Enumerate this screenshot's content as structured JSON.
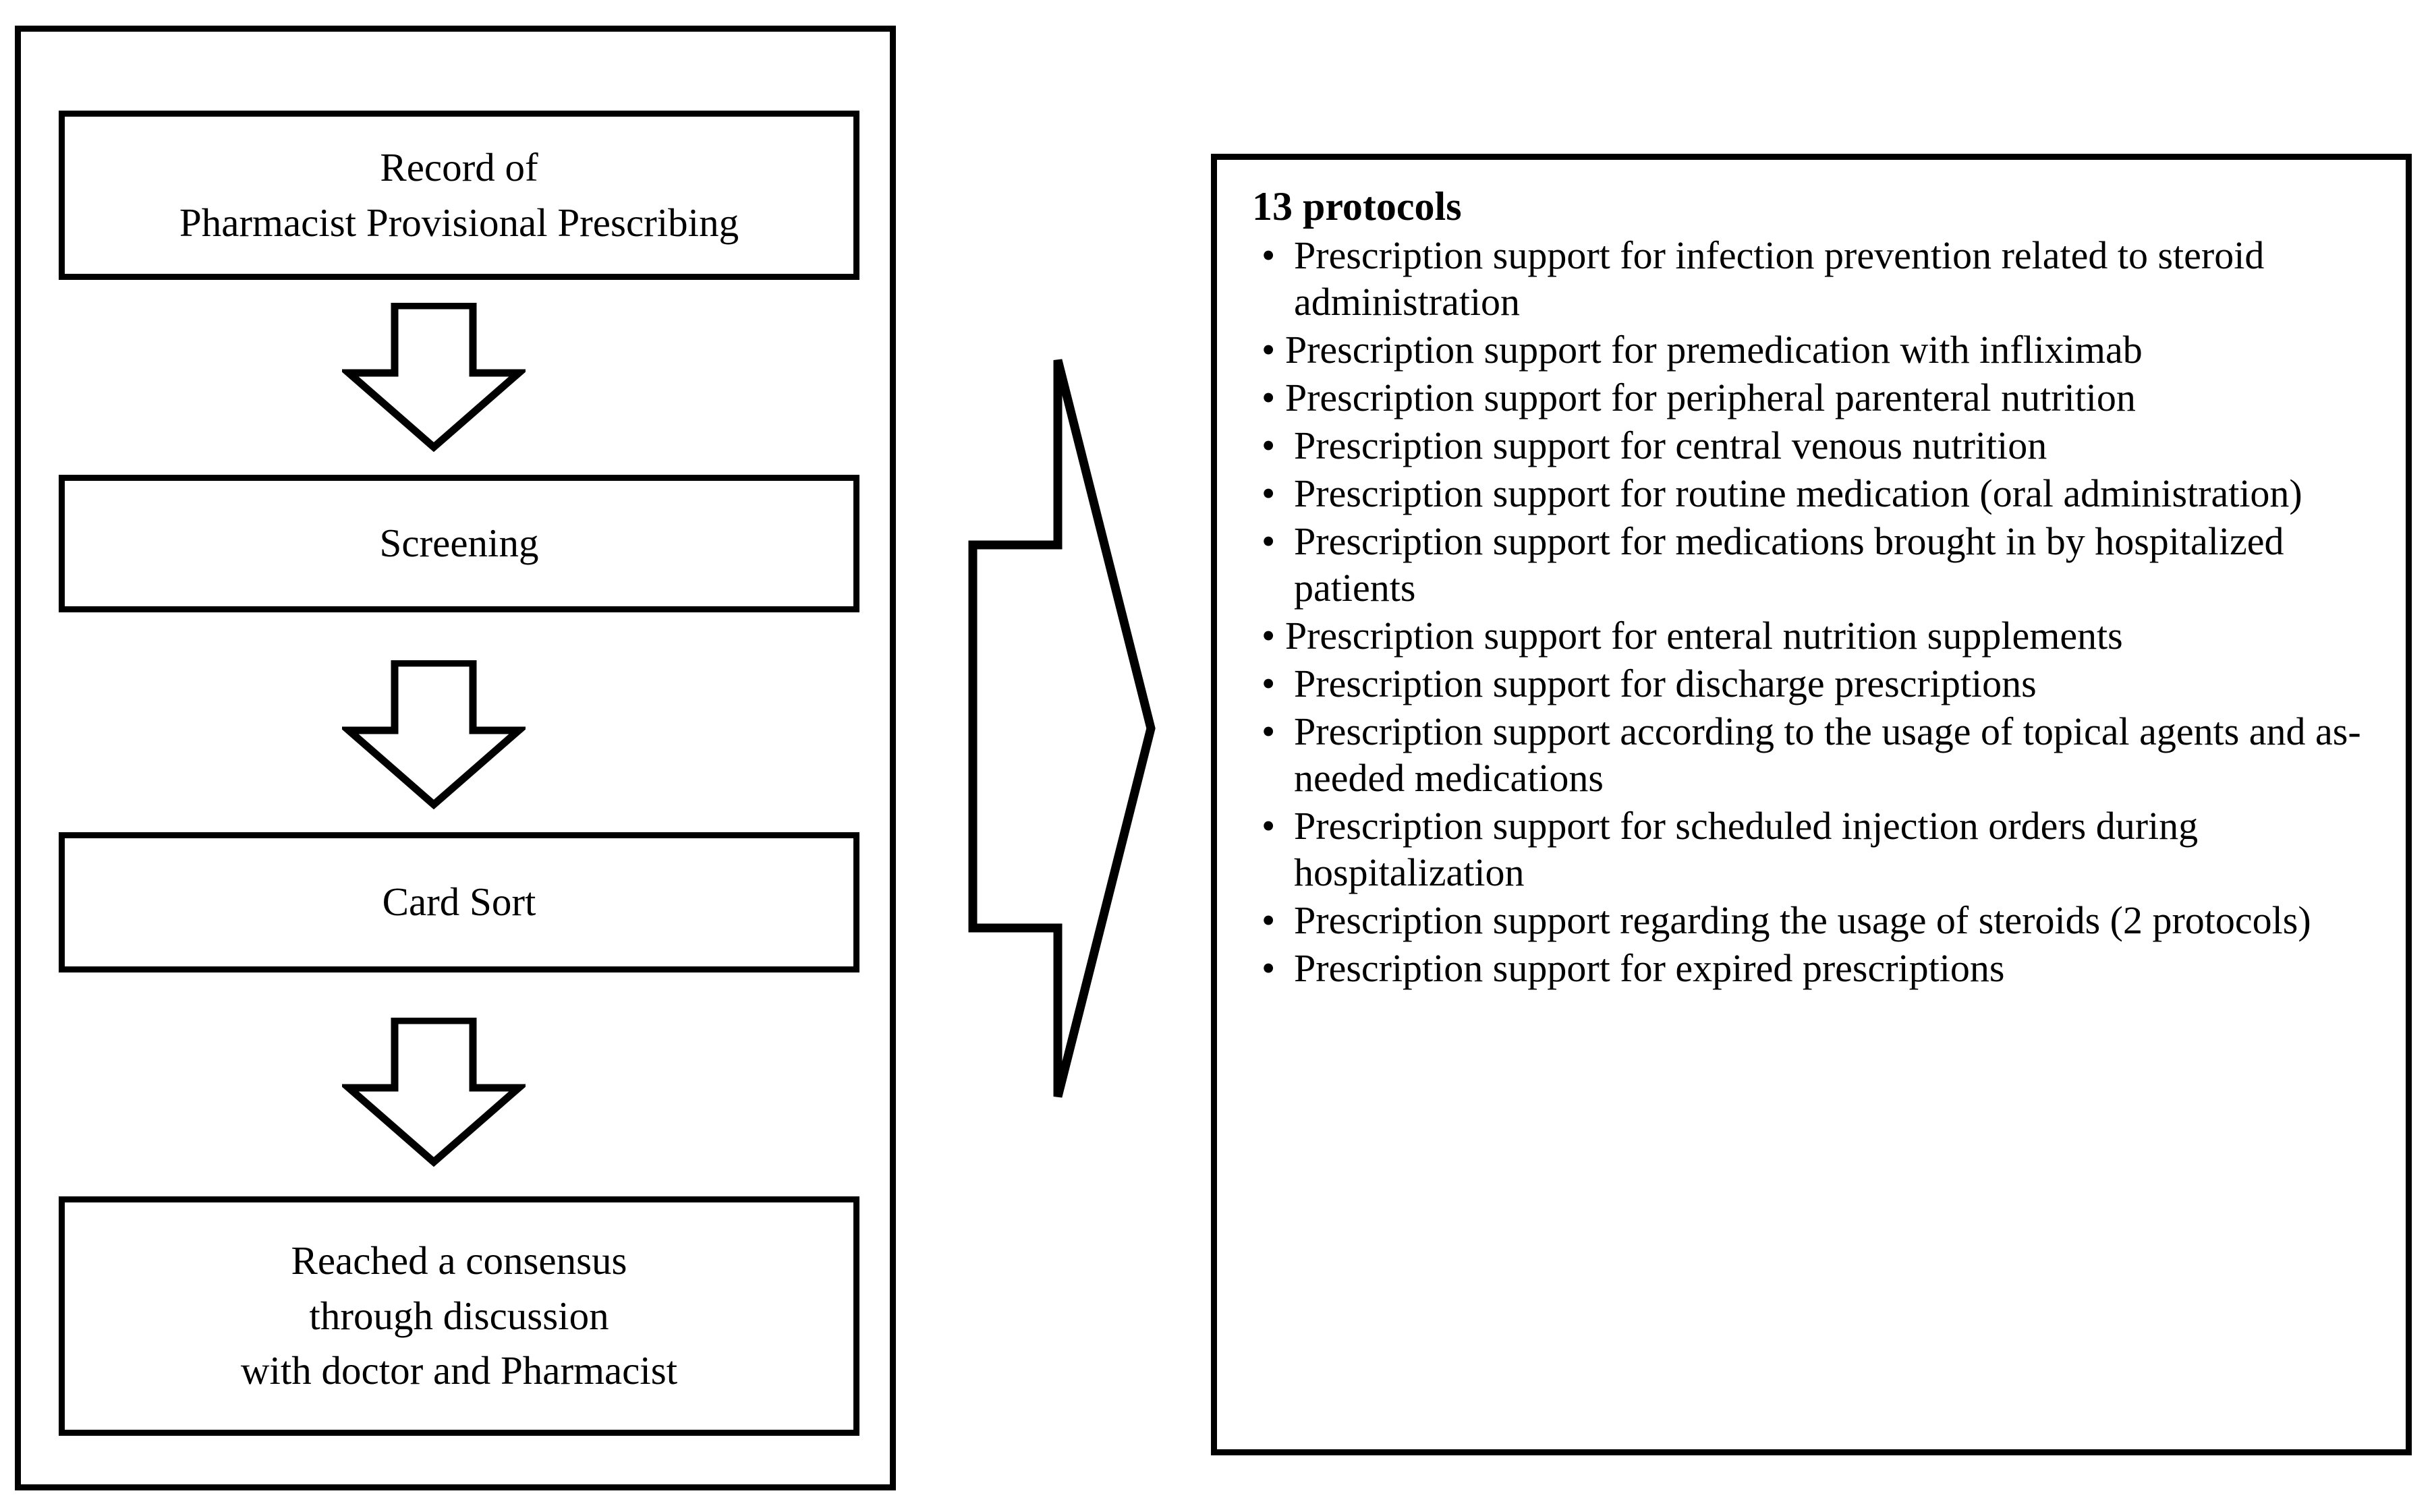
{
  "flowchart": {
    "steps": [
      {
        "id": "record",
        "lines": [
          "Record of",
          "Pharmacist Provisional Prescribing"
        ]
      },
      {
        "id": "screening",
        "lines": [
          "Screening"
        ]
      },
      {
        "id": "cardsort",
        "lines": [
          "Card Sort"
        ]
      },
      {
        "id": "consensus",
        "lines": [
          "Reached a consensus",
          "through discussion",
          "with doctor and Pharmacist"
        ]
      }
    ],
    "connector_icons": [
      "down-arrow-icon",
      "down-arrow-icon",
      "down-arrow-icon"
    ],
    "transition_icon": "right-arrow-icon"
  },
  "protocols": {
    "heading": "13 protocols",
    "bullet_glyph": "•",
    "items": [
      "Prescription support for infection prevention related to steroid administration",
      "Prescription support for premedication with infliximab",
      "Prescription support for peripheral parenteral nutrition",
      "Prescription support for central venous nutrition",
      "Prescription support for routine medication (oral administration)",
      "Prescription support for medications brought in by hospitalized patients",
      "Prescription support for enteral nutrition supplements",
      "Prescription support for discharge prescriptions",
      "Prescription support according to the usage of topical agents and as-needed medications",
      "Prescription support for scheduled injection orders during hospitalization",
      "Prescription support regarding the usage of steroids (2 protocols)",
      "Prescription support for expired prescriptions"
    ]
  },
  "colors": {
    "stroke": "#000000",
    "background": "#ffffff"
  }
}
